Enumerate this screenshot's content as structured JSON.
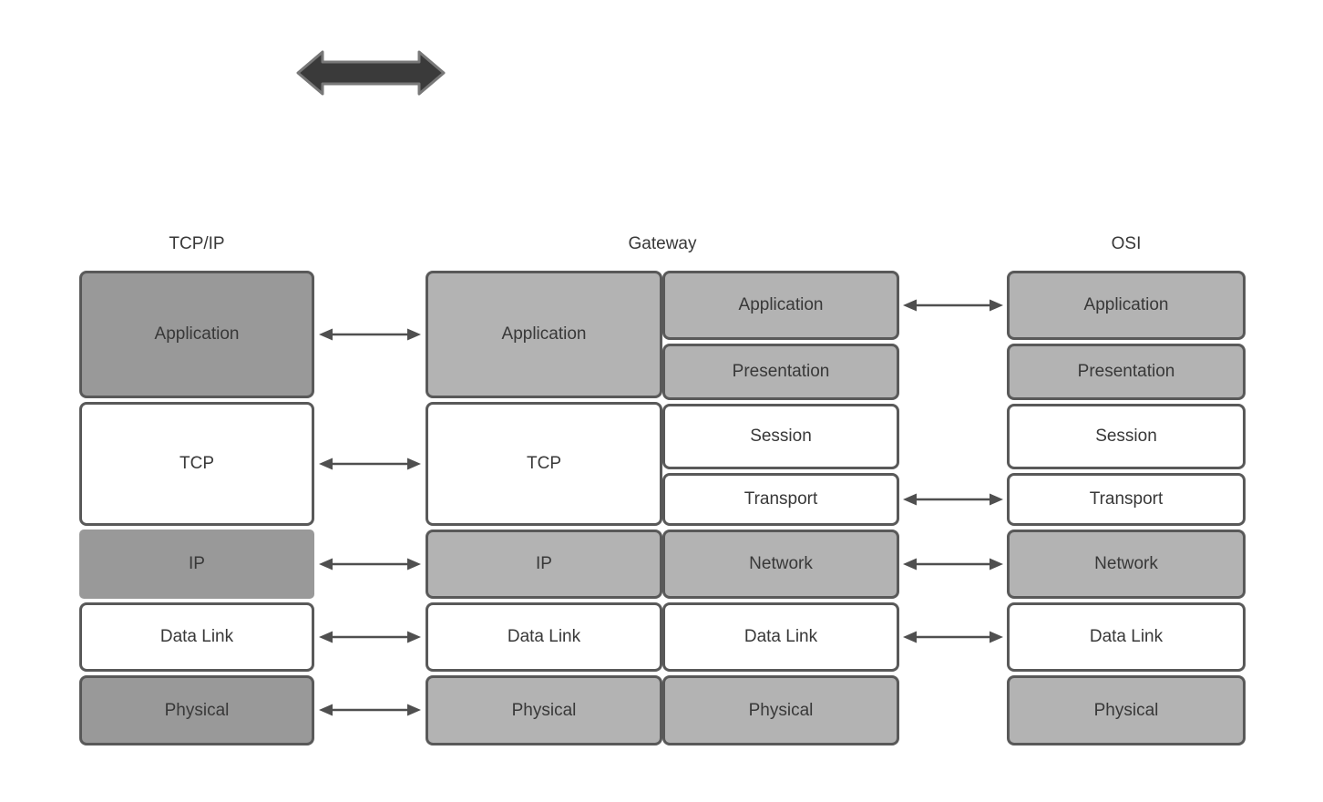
{
  "gateway_header": "Gateway",
  "columns": {
    "tcpip": {
      "header": "TCP/IP",
      "layers": [
        {
          "label": "Application",
          "tone": "dark-gray"
        },
        {
          "label": "TCP",
          "tone": "white"
        },
        {
          "label": "IP",
          "tone": "dark-gray",
          "borderless": true
        },
        {
          "label": "Data Link",
          "tone": "white"
        },
        {
          "label": "Physical",
          "tone": "dark-gray"
        }
      ]
    },
    "gateway_left": {
      "layers": [
        {
          "label": "Application",
          "tone": "light-gray"
        },
        {
          "label": "TCP",
          "tone": "white"
        },
        {
          "label": "IP",
          "tone": "light-gray"
        },
        {
          "label": "Data Link",
          "tone": "white"
        },
        {
          "label": "Physical",
          "tone": "light-gray"
        }
      ]
    },
    "gateway_right": {
      "layers": [
        {
          "label": "Application",
          "tone": "light-gray"
        },
        {
          "label": "Presentation",
          "tone": "light-gray"
        },
        {
          "label": "Session",
          "tone": "white"
        },
        {
          "label": "Transport",
          "tone": "white"
        },
        {
          "label": "Network",
          "tone": "light-gray"
        },
        {
          "label": "Data Link",
          "tone": "white"
        },
        {
          "label": "Physical",
          "tone": "light-gray"
        }
      ]
    },
    "osi": {
      "header": "OSI",
      "layers": [
        {
          "label": "Application",
          "tone": "light-gray"
        },
        {
          "label": "Presentation",
          "tone": "light-gray"
        },
        {
          "label": "Session",
          "tone": "white"
        },
        {
          "label": "Transport",
          "tone": "white"
        },
        {
          "label": "Network",
          "tone": "light-gray"
        },
        {
          "label": "Data Link",
          "tone": "white"
        },
        {
          "label": "Physical",
          "tone": "light-gray"
        }
      ]
    }
  },
  "connections": {
    "tcpip_to_gateway": [
      "Application",
      "TCP",
      "IP",
      "Data Link",
      "Physical"
    ],
    "gateway_to_osi": [
      "Application",
      "Transport",
      "Network",
      "Data Link"
    ]
  },
  "colors": {
    "dark_gray_fill": "#999999",
    "light_gray_fill": "#b3b3b3",
    "white_fill": "#ffffff",
    "box_border": "#595959",
    "text": "#383838",
    "connector": "#4f4f4f",
    "big_arrow_fill": "#3a3a3a",
    "big_arrow_stroke": "#787878"
  }
}
